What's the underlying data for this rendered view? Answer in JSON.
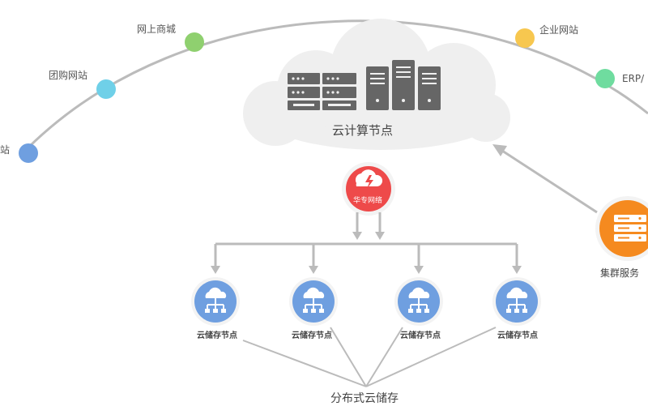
{
  "arc_nodes": [
    {
      "label": "站",
      "color": "#6f9fe0"
    },
    {
      "label": "团购网站",
      "color": "#6fd0e8"
    },
    {
      "label": "网上商城",
      "color": "#8fd06f"
    },
    {
      "label": "企业网站",
      "color": "#f7c74f"
    },
    {
      "label": "ERP/",
      "color": "#6fdc9f"
    }
  ],
  "cloud": {
    "label": "云计算节点"
  },
  "network_badge": {
    "label": "华专网络",
    "color": "#ee4a4a"
  },
  "storage_nodes": [
    {
      "label": "云储存节点"
    },
    {
      "label": "云储存节点"
    },
    {
      "label": "云储存节点"
    },
    {
      "label": "云储存节点"
    }
  ],
  "storage_color": "#6f9fe0",
  "bottom": {
    "label": "分布式云储存"
  },
  "cluster": {
    "label": "集群服务",
    "color": "#f58a1f"
  },
  "line_color": "#bbbbbb"
}
